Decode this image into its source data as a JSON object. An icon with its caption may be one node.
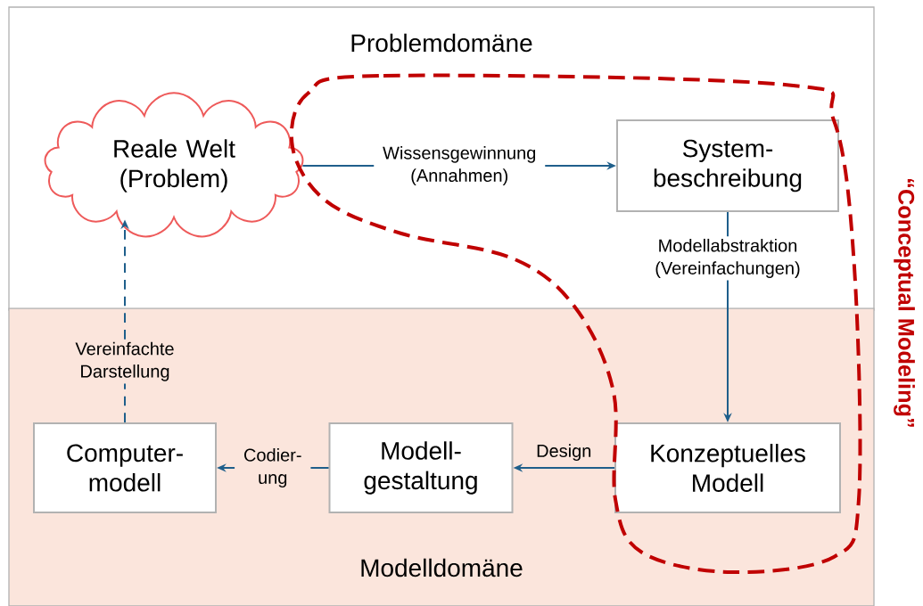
{
  "diagram": {
    "nodes": [
      {
        "text": [
          "Problemdomäne"
        ]
      },
      {
        "text": [
          "Modelldomäne"
        ]
      },
      {
        "text": [
          "Reale Welt (Problem)"
        ],
        "in": 0
      },
      {
        "text": [
          "System- beschreibung"
        ],
        "in": 0
      },
      {
        "text": [
          "Konzeptuelles Modell"
        ],
        "in": 1
      },
      {
        "text": [
          "Modell- gestaltung"
        ],
        "in": 1
      },
      {
        "text": [
          "Computer- modell"
        ],
        "in": 1
      }
    ],
    "edges": [
      {
        "from": 2,
        "to": 3,
        "arrow": "to",
        "label": "Wissensgewinnung (Annahmen)"
      },
      {
        "from": 3,
        "to": 4,
        "arrow": "to",
        "label": "Modellabstraktion (Vereinfachungen)"
      },
      {
        "from": 4,
        "to": 5,
        "arrow": "to",
        "label": "Design"
      },
      {
        "from": 5,
        "to": 6,
        "arrow": "to",
        "label": "Codier- ung"
      },
      {
        "from": 6,
        "to": 2,
        "arrow": "to",
        "label": "Vereinfachte Darstellung",
        "style": "dashed"
      }
    ],
    "labels": [
      "“Conceptual Modeling”"
    ]
  }
}
